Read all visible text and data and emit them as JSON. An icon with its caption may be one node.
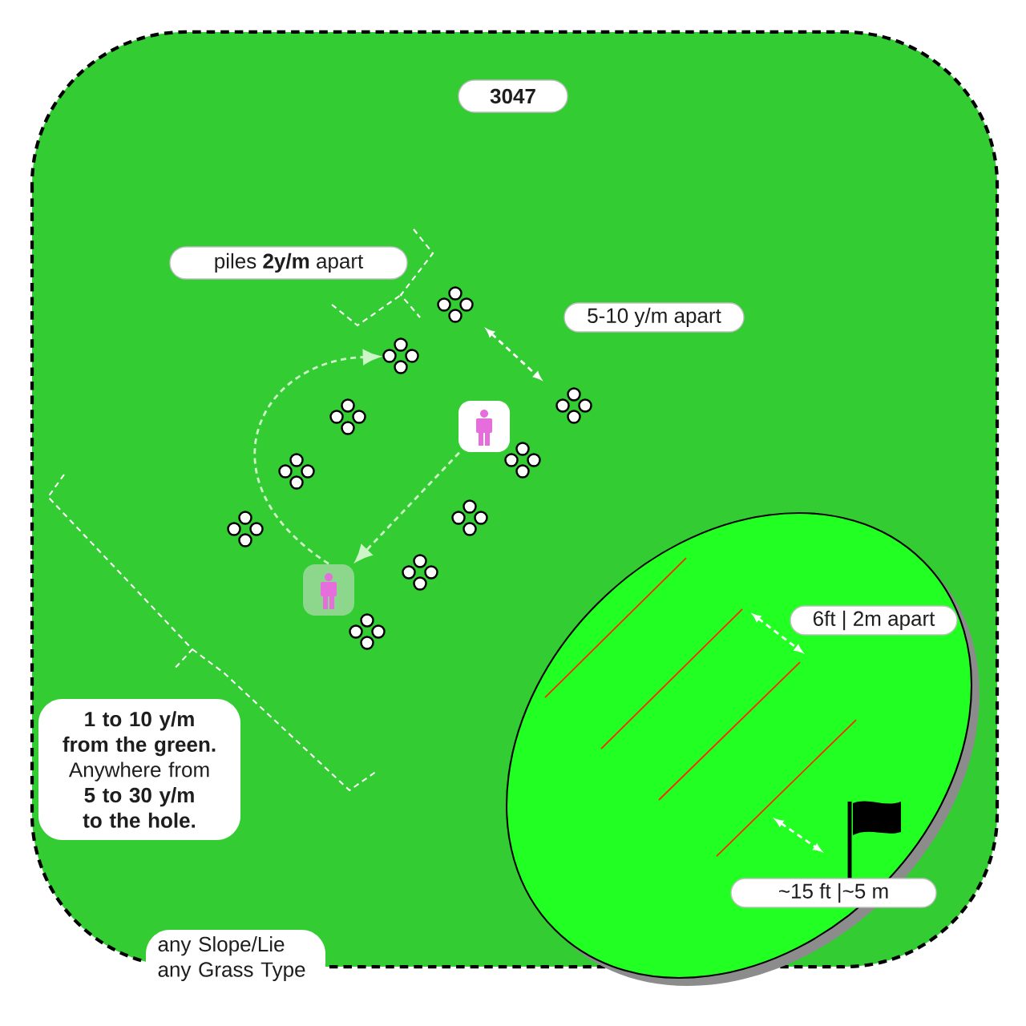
{
  "diagram": {
    "nodes": [
      {
        "text": [
          "3047"
        ]
      },
      {
        "text": [
          "piles **2y/m** apart"
        ]
      },
      {
        "text": [
          "5-10 y/m apart"
        ]
      },
      {
        "text": [],
        "shape": "person"
      },
      {
        "text": [],
        "shape": "person"
      },
      {
        "text": [
          "**1 to 10 y/m from the green.** Anywhere from **5 to 30 y/m to the hole.**"
        ]
      },
      {
        "text": [
          "6ft | 2m apart"
        ]
      },
      {
        "text": [
          "~15 ft |~5 m"
        ]
      },
      {
        "text": [
          "any Slope/Lie any Grass Type"
        ]
      },
      {
        "text": [],
        "shape": "circle"
      },
      {
        "text": [],
        "shape": "circle"
      },
      {
        "text": [],
        "shape": "circle"
      },
      {
        "text": [],
        "shape": "circle"
      },
      {
        "text": [],
        "shape": "circle"
      },
      {
        "text": [],
        "shape": "circle"
      },
      {
        "text": [],
        "shape": "circle"
      },
      {
        "text": [],
        "shape": "circle"
      },
      {
        "text": [],
        "shape": "circle"
      },
      {
        "text": [],
        "shape": "circle"
      }
    ],
    "edges": [
      {
        "from": 3,
        "to": 4,
        "arrow": "to",
        "style": "dashed"
      },
      {
        "from": 4,
        "to": 13,
        "arrow": "to",
        "style": "dashed"
      }
    ]
  }
}
